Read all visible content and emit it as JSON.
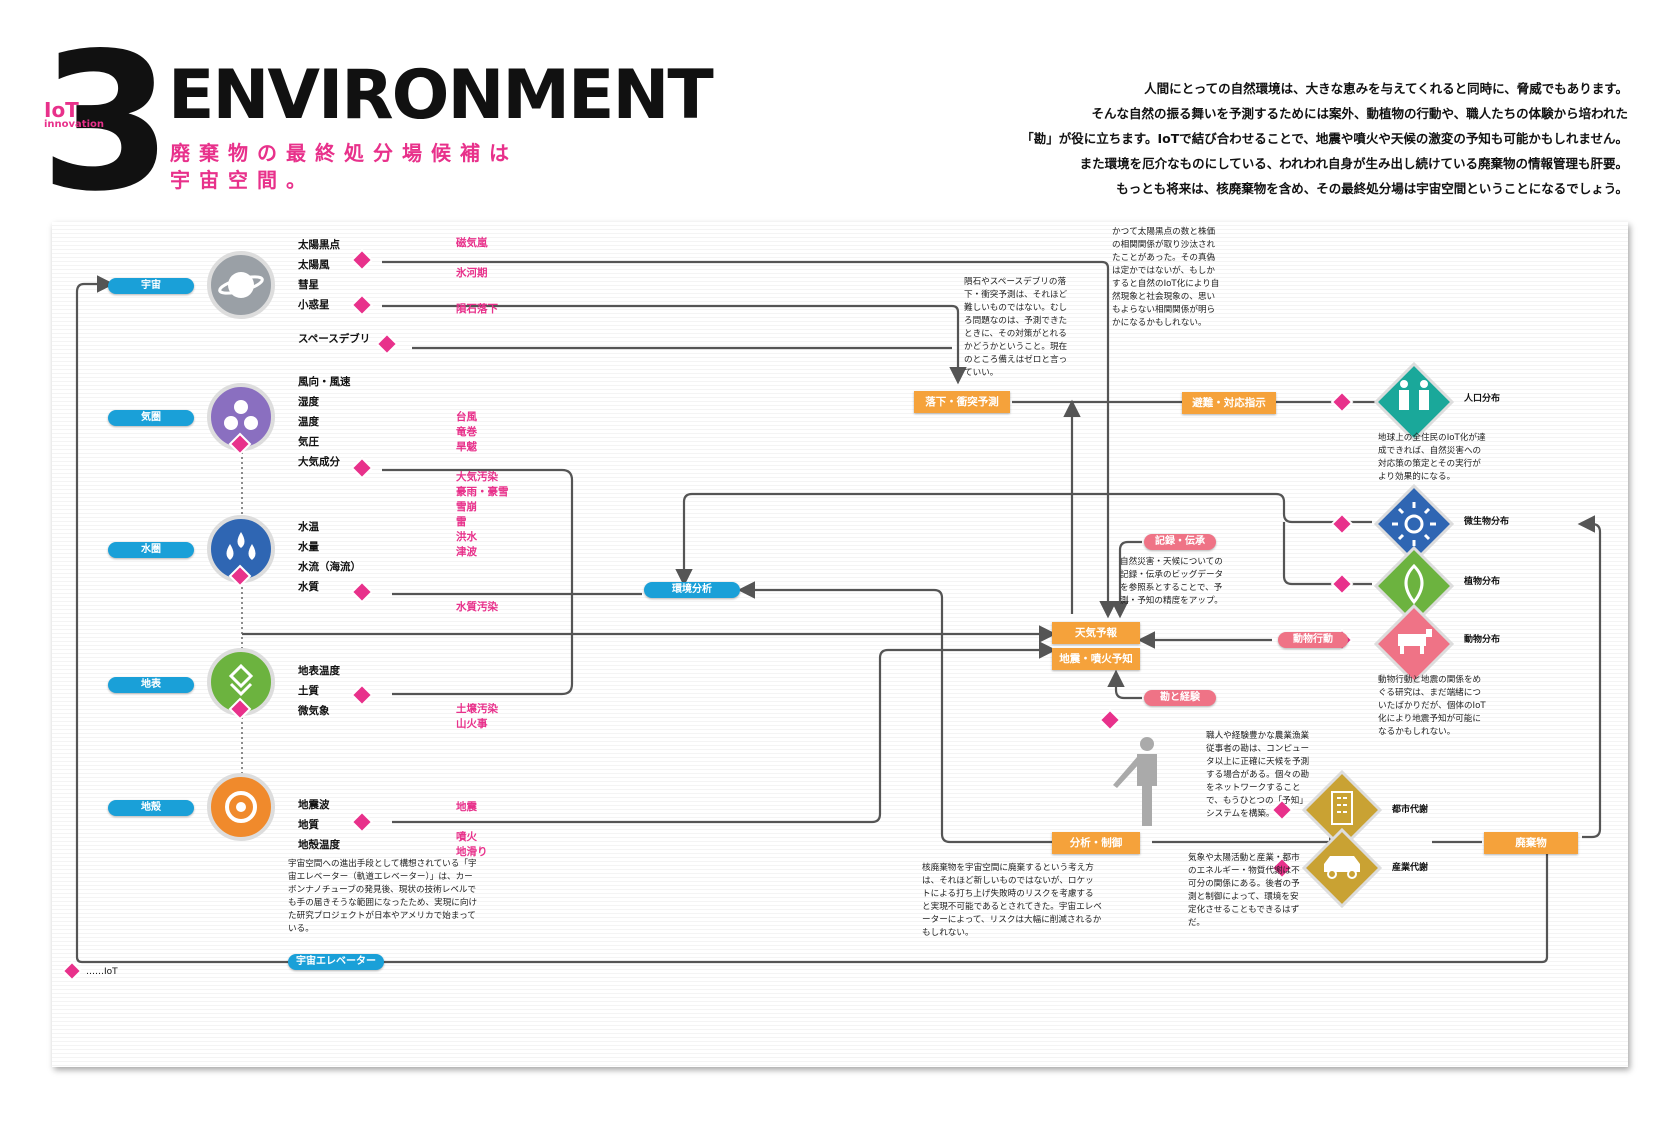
{
  "header": {
    "number": "3",
    "badge_iot": "IoT",
    "badge_innovation": "innovation",
    "title": "ENVIRONMENT",
    "subtitle_line1": "廃棄物の最終処分場候補は",
    "subtitle_line2": "宇宙空間。",
    "intro": [
      "人間にとっての自然環境は、大きな恵みを与えてくれると同時に、脅威でもあります。",
      "そんな自然の振る舞いを予測するためには案外、動植物の行動や、職人たちの体験から培われた",
      "「勘」が役に立ちます。IoTで結び合わせることで、地震や噴火や天候の激変の予知も可能かもしれません。",
      "また環境を厄介なものにしている、われわれ自身が生み出し続けている廃棄物の情報管理も肝要。",
      "もっとも将来は、核廃棄物を含め、その最終処分場は宇宙空間ということになるでしょう。"
    ]
  },
  "spheres": [
    {
      "label": "宇宙",
      "icon": "planet-icon",
      "color": "#9aa0a6"
    },
    {
      "label": "気圏",
      "icon": "atmosphere-icon",
      "color": "#8a6fc0"
    },
    {
      "label": "水圏",
      "icon": "water-drops-icon",
      "color": "#2f66b3"
    },
    {
      "label": "地表",
      "icon": "ground-layers-icon",
      "color": "#6cb33f"
    },
    {
      "label": "地殻",
      "icon": "crust-target-icon",
      "color": "#f08a2c"
    }
  ],
  "params": {
    "space": [
      "太陽黒点",
      "太陽風",
      "彗星",
      "小惑星",
      "スペースデブリ"
    ],
    "air": [
      "風向・風速",
      "湿度",
      "温度",
      "気圧",
      "大気成分"
    ],
    "water": [
      "水温",
      "水量",
      "水流（海流）",
      "水質"
    ],
    "surface": [
      "地表温度",
      "土質",
      "微気象"
    ],
    "crust": [
      "地震波",
      "地質",
      "地殻温度"
    ]
  },
  "phenomena": {
    "space": [
      "磁気嵐",
      "氷河期",
      "隕石落下"
    ],
    "air": [
      "台風",
      "竜巻",
      "旱魃"
    ],
    "water": [
      "大気汚染",
      "豪雨・豪雪",
      "雪崩",
      "雷",
      "洪水",
      "津波"
    ],
    "water_quality": [
      "水質汚染"
    ],
    "surface": [
      "土壌汚染",
      "山火事"
    ],
    "crust_a": [
      "地震"
    ],
    "crust_b": [
      "噴火",
      "地滑り"
    ]
  },
  "boxes": {
    "impact_forecast": "落下・衝突予測",
    "evacuation": "避難・対応指示",
    "env_analysis": "環境分析",
    "weather_forecast": "天気予報",
    "quake_forecast": "地震・噴火予知",
    "analysis_control": "分析・制御",
    "waste": "廃棄物",
    "record": "記録・伝承",
    "animal_behavior": "動物行動",
    "intuition": "勘と経験",
    "space_elevator": "宇宙エレベーター"
  },
  "outputs": {
    "population": "人口分布",
    "microbe": "微生物分布",
    "plant": "植物分布",
    "animal": "動物分布",
    "city": "都市代謝",
    "industry": "産業代謝"
  },
  "notes": {
    "sunspot": "かつて太陽黒点の数と株価の相関関係が取り沙汰されたことがあった。その真偽は定かではないが、もしかすると自然のIoT化により自然現象と社会現象の、思いもよらない相関関係が明らかになるかもしれない。",
    "meteor": "隕石やスペースデブリの落下・衝突予測は、それほど難しいものではない。むしろ問題なのは、予測できたときに、その対策がとれるかどうかということ。現在のところ備えはゼロと言っていい。",
    "population": "地球上の全住民のIoT化が達成できれば、自然災害への対応策の策定とその実行がより効果的になる。",
    "record": "自然災害・天候についての記録・伝承のビッグデータを参照系とすることで、予測・予知の精度をアップ。",
    "animal": "動物行動と地震の関係をめぐる研究は、まだ端緒についたばかりだが、個体のIoT化により地震予知が可能になるかもしれない。",
    "craftsman": "職人や経験豊かな農業漁業従事者の勘は、コンピュータ以上に正確に天候を予測する場合がある。個々の勘をネットワークすることで、もうひとつの「予知」システムを構築。",
    "elevator": "宇宙空間への進出手段として構想されている「宇宙エレベーター（軌道エレベーター）」は、カーボンナノチューブの発見後、現状の技術レベルでも手の届きそうな範囲になったため、実現に向けた研究プロジェクトが日本やアメリカで始まっている。",
    "nuclear": "核廃棄物を宇宙空間に廃棄するという考え方は、それほど新しいものではないが、ロケットによる打ち上げ失敗時のリスクを考慮すると実現不可能であるとされてきた。宇宙エレベーターによって、リスクは大幅に削減されるかもしれない。",
    "metabolism": "気象や太陽活動と産業・都市のエネルギー・物質代謝は不可分の関係にある。後者の予測と制御によって、環境を安定化させることもできるはずだ。"
  },
  "legend": {
    "text": "……IoT"
  },
  "colors": {
    "pink": "#e8318b",
    "blue": "#1aa0d8",
    "orange": "#f5a23b",
    "salmon": "#ef7386",
    "teal": "#1aa89a",
    "navy": "#2f66b3",
    "green": "#6cb33f",
    "gold": "#c9a233"
  }
}
